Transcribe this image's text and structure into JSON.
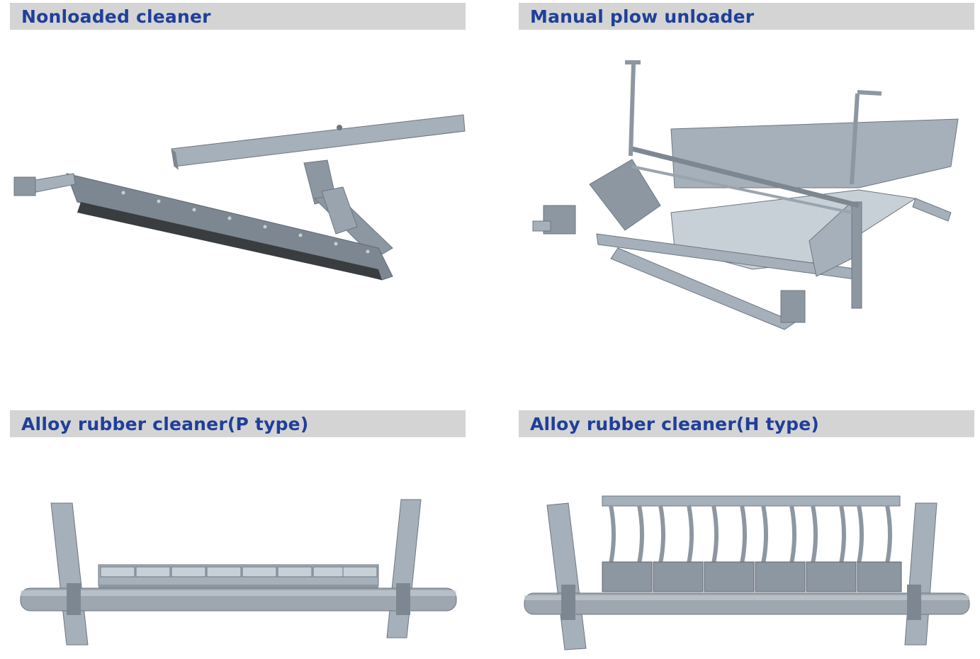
{
  "panels": [
    {
      "title": "Nonloaded cleaner",
      "icon": "nonloaded-cleaner-illustration"
    },
    {
      "title": "Manual plow unloader",
      "icon": "manual-plow-unloader-illustration"
    },
    {
      "title": "Alloy rubber cleaner(P type)",
      "icon": "alloy-rubber-cleaner-p-type-illustration"
    },
    {
      "title": "Alloy rubber cleaner(H type)",
      "icon": "alloy-rubber-cleaner-h-type-illustration"
    }
  ],
  "colors": {
    "header_bg": "#d4d4d4",
    "title": "#1f3f99",
    "steel_dark": "#7d8791",
    "steel_mid": "#a6b0ba",
    "steel_light": "#c8d0d7",
    "rubber": "#3a3d40"
  }
}
